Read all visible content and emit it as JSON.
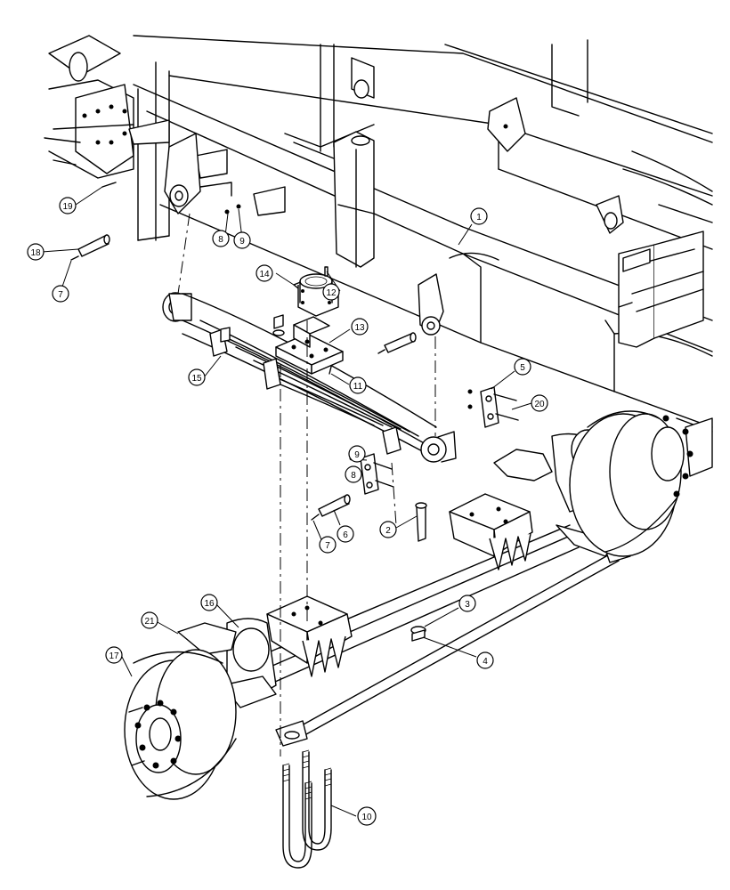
{
  "callouts": [
    {
      "id": "c1",
      "label": "1"
    },
    {
      "id": "c2",
      "label": "2"
    },
    {
      "id": "c3",
      "label": "3"
    },
    {
      "id": "c4",
      "label": "4"
    },
    {
      "id": "c5",
      "label": "5"
    },
    {
      "id": "c6",
      "label": "6"
    },
    {
      "id": "c7a",
      "label": "7"
    },
    {
      "id": "c7b",
      "label": "7"
    },
    {
      "id": "c8a",
      "label": "8"
    },
    {
      "id": "c8b",
      "label": "8"
    },
    {
      "id": "c9a",
      "label": "9"
    },
    {
      "id": "c9b",
      "label": "9"
    },
    {
      "id": "c10",
      "label": "10"
    },
    {
      "id": "c11",
      "label": "11"
    },
    {
      "id": "c12",
      "label": "12"
    },
    {
      "id": "c13",
      "label": "13"
    },
    {
      "id": "c14",
      "label": "14"
    },
    {
      "id": "c15",
      "label": "15"
    },
    {
      "id": "c16",
      "label": "16"
    },
    {
      "id": "c17",
      "label": "17"
    },
    {
      "id": "c18",
      "label": "18"
    },
    {
      "id": "c19",
      "label": "19"
    },
    {
      "id": "c20",
      "label": "20"
    },
    {
      "id": "c21",
      "label": "21"
    }
  ]
}
